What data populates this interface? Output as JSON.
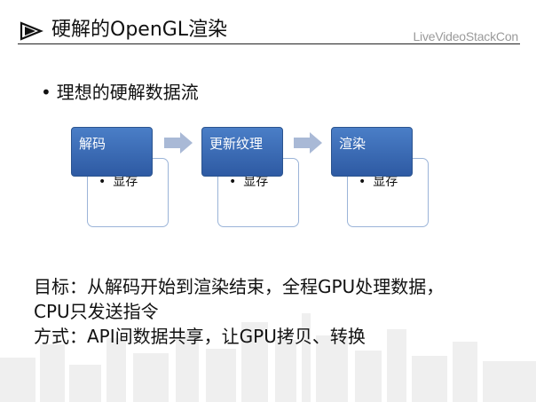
{
  "header": {
    "title": "硬解的OpenGL渲染",
    "brand": "LiveVideoStackCon"
  },
  "bullet": {
    "marker": "•",
    "text": "理想的硬解数据流"
  },
  "pipeline": [
    {
      "label": "解码",
      "item": "显存"
    },
    {
      "label": "更新纹理",
      "item": "显存"
    },
    {
      "label": "渲染",
      "item": "显存"
    }
  ],
  "body": {
    "line1": "目标：从解码开始到渲染结束，全程GPU处理数据，",
    "line2": "CPU只发送指令",
    "line3": "方式：API间数据共享，让GPU拷贝、转换"
  },
  "colors": {
    "accent": "#2e5aa3",
    "arrow": "#a9b9d6",
    "card_border": "#9bb4d8"
  }
}
